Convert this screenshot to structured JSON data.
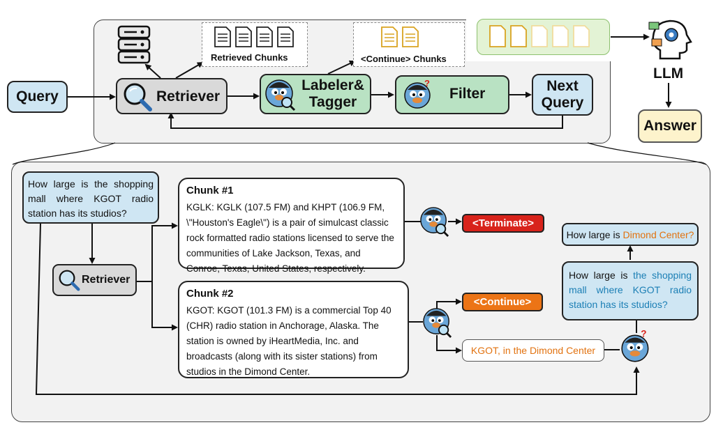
{
  "top": {
    "query": "Query",
    "retriever": "Retriever",
    "labeler_line1": "Labeler&",
    "labeler_line2": "Tagger",
    "filter": "Filter",
    "next_query_line1": "Next",
    "next_query_line2": "Query",
    "retrieved_chunks": "Retrieved Chunks",
    "continue_chunks": "<Continue> Chunks",
    "llm": "LLM",
    "answer": "Answer"
  },
  "bottom": {
    "question": "How large is the shopping mall where KGOT radio station has its studios?",
    "retriever": "Retriever",
    "chunk1": {
      "title": "Chunk #1",
      "text": "KGLK: KGLK (107.5 FM) and KHPT (106.9 FM, \\\"Houston's Eagle\\\") is a pair of simulcast classic rock formatted radio stations licensed to serve the communities of Lake Jackson, Texas, and Conroe, Texas, United States, respectively."
    },
    "chunk2": {
      "title": "Chunk #2",
      "text": "KGOT: KGOT (101.3 FM) is a commercial Top 40 (CHR) radio station in Anchorage, Alaska. The station is owned by iHeartMedia, Inc. and broadcasts (along with its sister stations) from studios in the Dimond Center."
    },
    "terminate": "<Terminate>",
    "continue": "<Continue>",
    "extracted": "KGOT, in the Dimond Center",
    "rewrite_prefix": "How large is ",
    "rewrite_highlight": "the shopping mall where KGOT radio station has its studios?",
    "final_prefix": "How large is ",
    "final_highlight": "Dimond Center?"
  },
  "colors": {
    "blue_box": "#cfe6f3",
    "green_box": "#b9e2c3",
    "grey_box": "#d9d9d9",
    "answer_box": "#fdf3cc",
    "terminate": "#d8231b",
    "continue": "#ec7416",
    "highlight_orange": "#e2720f",
    "highlight_blue": "#1b7fb5"
  },
  "icons": [
    "database-icon",
    "document-icon",
    "magnifier-icon",
    "cartoon-labeler-icon",
    "cartoon-filter-icon",
    "brain-gear-icon"
  ]
}
